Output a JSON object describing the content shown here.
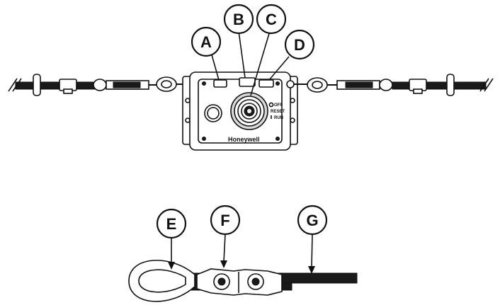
{
  "callouts": {
    "a": "A",
    "b": "B",
    "c": "C",
    "d": "D",
    "e": "E",
    "f": "F",
    "g": "G"
  },
  "switch": {
    "off": "OFF",
    "reset": "RESET",
    "run": "RUN"
  },
  "brand": "Honeywell",
  "colors": {
    "line": "#111111",
    "cable": "#1a1a1a",
    "housing": "#ffffff",
    "shade": "#d9d9d9"
  }
}
